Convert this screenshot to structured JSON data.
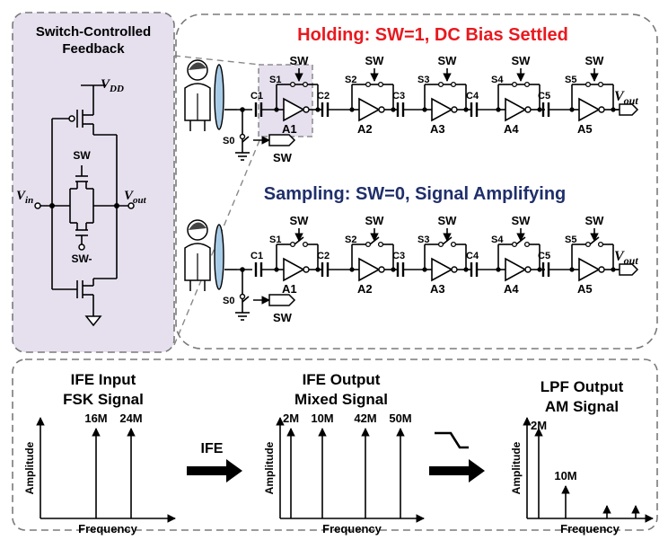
{
  "feedback_panel": {
    "title_line1": "Switch-Controlled",
    "title_line2": "Feedback",
    "vdd_main": "V",
    "vdd_sub": "DD",
    "vin_main": "V",
    "vin_sub": "in",
    "vout_main": "V",
    "vout_sub": "out",
    "sw_label": "SW",
    "swbar_label": "SW-"
  },
  "holding": {
    "title": "Holding: SW=1, DC Bias Settled",
    "title_color": "#e8191f",
    "switch_labels": [
      "S1",
      "S2",
      "S3",
      "S4",
      "S5"
    ],
    "amp_labels": [
      "A1",
      "A2",
      "A3",
      "A4",
      "A5"
    ],
    "cap_labels": [
      "C1",
      "C2",
      "C3",
      "C4",
      "C5"
    ],
    "sw_label": "SW",
    "s0_label": "S0",
    "vout_main": "V",
    "vout_sub": "out"
  },
  "sampling": {
    "title": "Sampling: SW=0, Signal Amplifying",
    "title_color": "#1f2f6b",
    "switch_labels": [
      "S1",
      "S2",
      "S3",
      "S4",
      "S5"
    ],
    "amp_labels": [
      "A1",
      "A2",
      "A3",
      "A4",
      "A5"
    ],
    "cap_labels": [
      "C1",
      "C2",
      "C3",
      "C4",
      "C5"
    ],
    "sw_label": "SW",
    "s0_label": "S0",
    "vout_main": "V",
    "vout_sub": "out"
  },
  "spectra": {
    "amplitude_label": "Amplitude",
    "frequency_label": "Frequency",
    "ife_arrow_label": "IFE",
    "input": {
      "title_line1": "IFE Input",
      "title_line2": "FSK Signal",
      "tones": [
        "16M",
        "24M"
      ]
    },
    "output": {
      "title_line1": "IFE Output",
      "title_line2": "Mixed Signal",
      "tones": [
        "2M",
        "10M",
        "42M",
        "50M"
      ]
    },
    "lpf": {
      "title_line1": "LPF Output",
      "title_line2": "AM Signal",
      "tones": [
        "2M",
        "10M"
      ]
    }
  }
}
